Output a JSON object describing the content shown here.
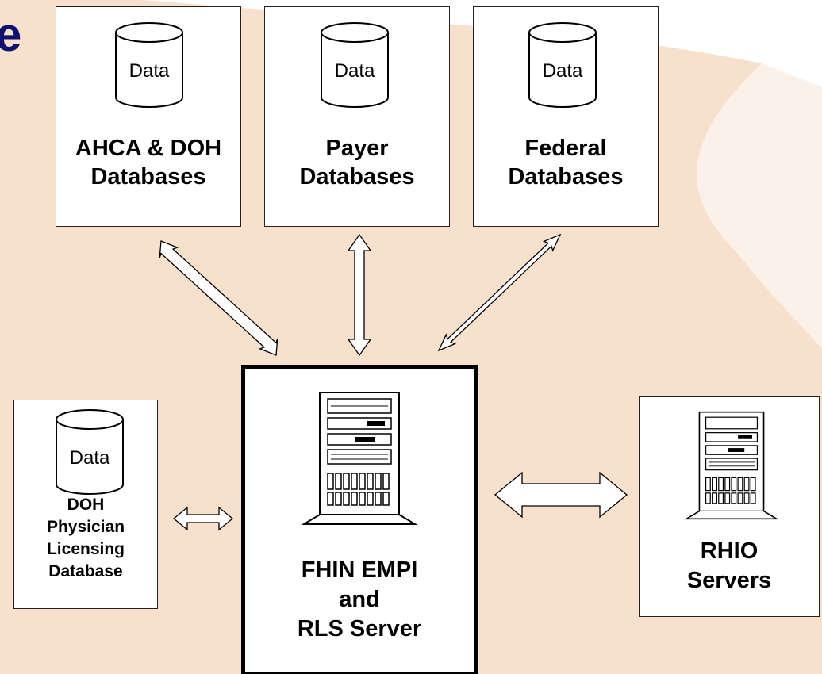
{
  "heading_fragment": "e",
  "colors": {
    "map": "#f6dcc4",
    "heading": "#10106e",
    "border": "#000000"
  },
  "nodes": {
    "ahca": {
      "icon": "database-icon",
      "icon_label": "Data",
      "lines": [
        "AHCA & DOH",
        "Databases"
      ]
    },
    "payer": {
      "icon": "database-icon",
      "icon_label": "Data",
      "lines": [
        "Payer",
        "Databases"
      ]
    },
    "federal": {
      "icon": "database-icon",
      "icon_label": "Data",
      "lines": [
        "Federal",
        "Databases"
      ]
    },
    "doh": {
      "icon": "database-icon",
      "icon_label": "Data",
      "lines": [
        "DOH",
        "Physician",
        "Licensing",
        "Database"
      ]
    },
    "fhin": {
      "icon": "server-tower-icon",
      "lines": [
        "FHIN EMPI",
        "and",
        "RLS Server"
      ]
    },
    "rhio": {
      "icon": "server-tower-icon",
      "lines": [
        "RHIO",
        "Servers"
      ]
    }
  }
}
